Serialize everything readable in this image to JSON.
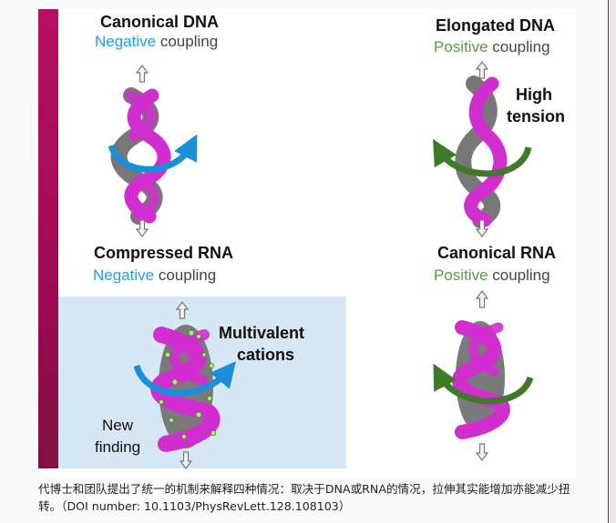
{
  "figure": {
    "panels": {
      "top_left": {
        "title": "Canonical DNA",
        "coupling_word": "Negative",
        "coupling_rest": " coupling"
      },
      "top_right": {
        "title": "Elongated DNA",
        "coupling_word": "Positive",
        "coupling_rest": " coupling",
        "note_line1": "High",
        "note_line2": "tension"
      },
      "bottom_left": {
        "title": "Compressed RNA",
        "coupling_word": "Negative",
        "coupling_rest": " coupling",
        "note_line1": "Multivalent",
        "note_line2": "cations",
        "finding_line1": "New",
        "finding_line2": "finding"
      },
      "bottom_right": {
        "title": "Canonical RNA",
        "coupling_word": "Positive",
        "coupling_rest": " coupling"
      }
    },
    "colors": {
      "helix_backbone": "#d22ecf",
      "helix_core": "#777777",
      "negative_arrow": "#1a8ed6",
      "positive_arrow": "#3f7a2a",
      "side_bar": "#a80f55",
      "finding_highlight": "#d8e7f4",
      "cation": "#a6f06a"
    },
    "icons": [
      "arrow-up-icon",
      "arrow-down-icon",
      "rotation-arrow-icon"
    ]
  },
  "caption": {
    "text": "代博士和团队提出了统一的机制来解释四种情况：取决于DNA或RNA的情况，拉伸其实能增加亦能减少扭转。（DOI number: 10.1103/PhysRevLett.128.108103）"
  }
}
